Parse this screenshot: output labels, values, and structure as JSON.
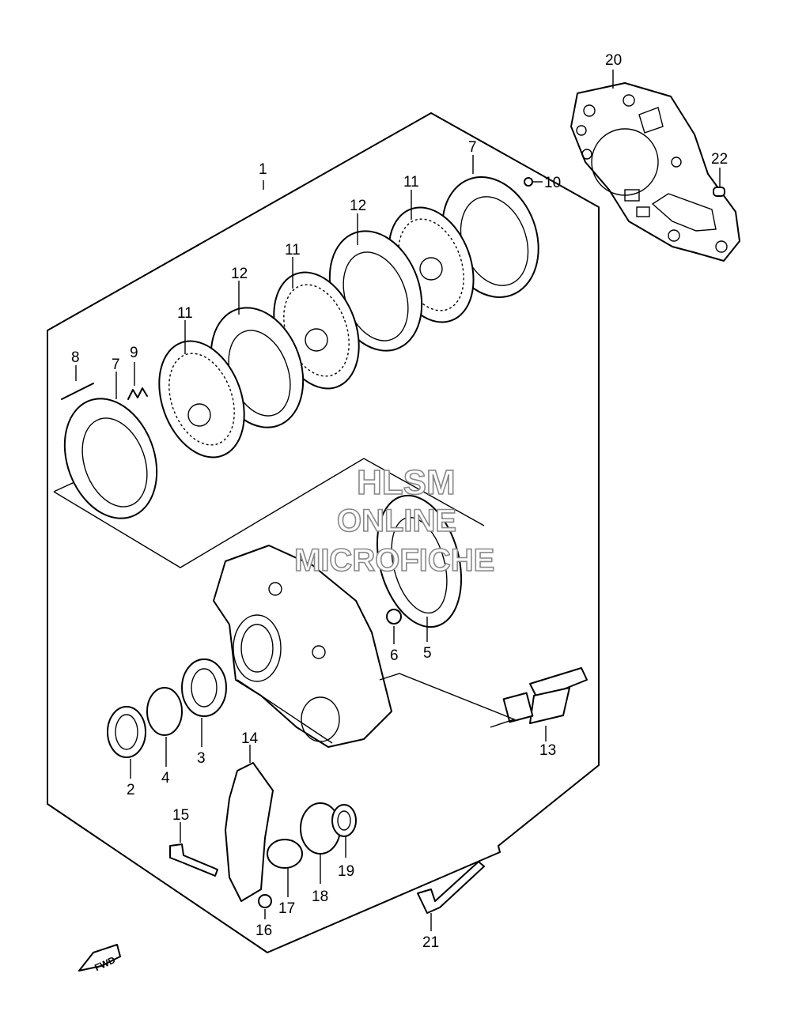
{
  "callouts": [
    {
      "id": "1",
      "text": "1"
    },
    {
      "id": "2",
      "text": "2"
    },
    {
      "id": "3",
      "text": "3"
    },
    {
      "id": "4",
      "text": "4"
    },
    {
      "id": "5",
      "text": "5"
    },
    {
      "id": "6",
      "text": "6"
    },
    {
      "id": "7a",
      "text": "7"
    },
    {
      "id": "7b",
      "text": "7"
    },
    {
      "id": "8",
      "text": "8"
    },
    {
      "id": "9",
      "text": "9"
    },
    {
      "id": "10",
      "text": "10"
    },
    {
      "id": "11a",
      "text": "11"
    },
    {
      "id": "11b",
      "text": "11"
    },
    {
      "id": "11c",
      "text": "11"
    },
    {
      "id": "12a",
      "text": "12"
    },
    {
      "id": "12b",
      "text": "12"
    },
    {
      "id": "13",
      "text": "13"
    },
    {
      "id": "14",
      "text": "14"
    },
    {
      "id": "15",
      "text": "15"
    },
    {
      "id": "16",
      "text": "16"
    },
    {
      "id": "17",
      "text": "17"
    },
    {
      "id": "18",
      "text": "18"
    },
    {
      "id": "19",
      "text": "19"
    },
    {
      "id": "20",
      "text": "20"
    },
    {
      "id": "21",
      "text": "21"
    },
    {
      "id": "22",
      "text": "22"
    }
  ],
  "watermark": {
    "line1": "HLSM",
    "line2": "ONLINE",
    "line3": "MICROFICHE"
  },
  "fwd_label": "FWD"
}
